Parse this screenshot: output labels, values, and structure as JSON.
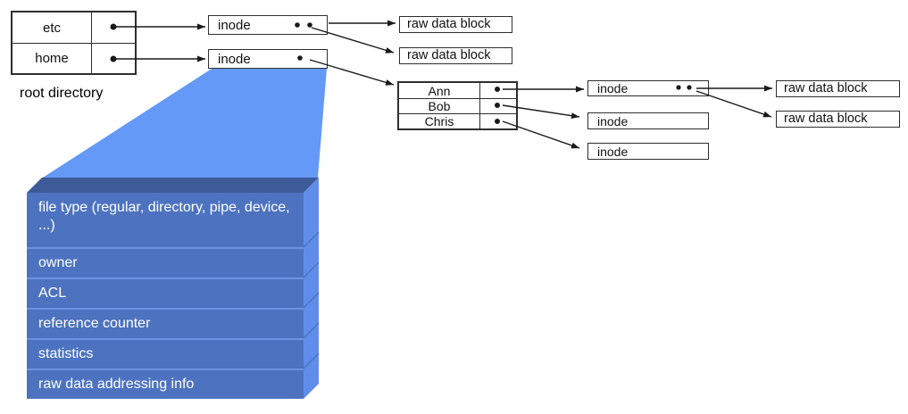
{
  "strings": {
    "inode": "inode",
    "raw_data_block": "raw data block",
    "root_directory_label": "root directory"
  },
  "root_directory": {
    "entries": [
      {
        "name": "etc"
      },
      {
        "name": "home"
      }
    ]
  },
  "home_directory": {
    "entries": [
      {
        "name": "Ann"
      },
      {
        "name": "Bob"
      },
      {
        "name": "Chris"
      }
    ]
  },
  "inode_structure": {
    "fields": [
      "file type (regular, directory, pipe, device, ...)",
      "owner",
      "ACL",
      "reference counter",
      "statistics",
      "raw data addressing info"
    ]
  },
  "colors": {
    "funnel": "#6499f7",
    "stack_front": "#4d73c0",
    "stack_top": "#3d5a99",
    "stack_side": "#5f8de9",
    "front_sep": "#6d92e2",
    "side_sep": "#4c73bd",
    "arrow": "#1a1a1a"
  }
}
